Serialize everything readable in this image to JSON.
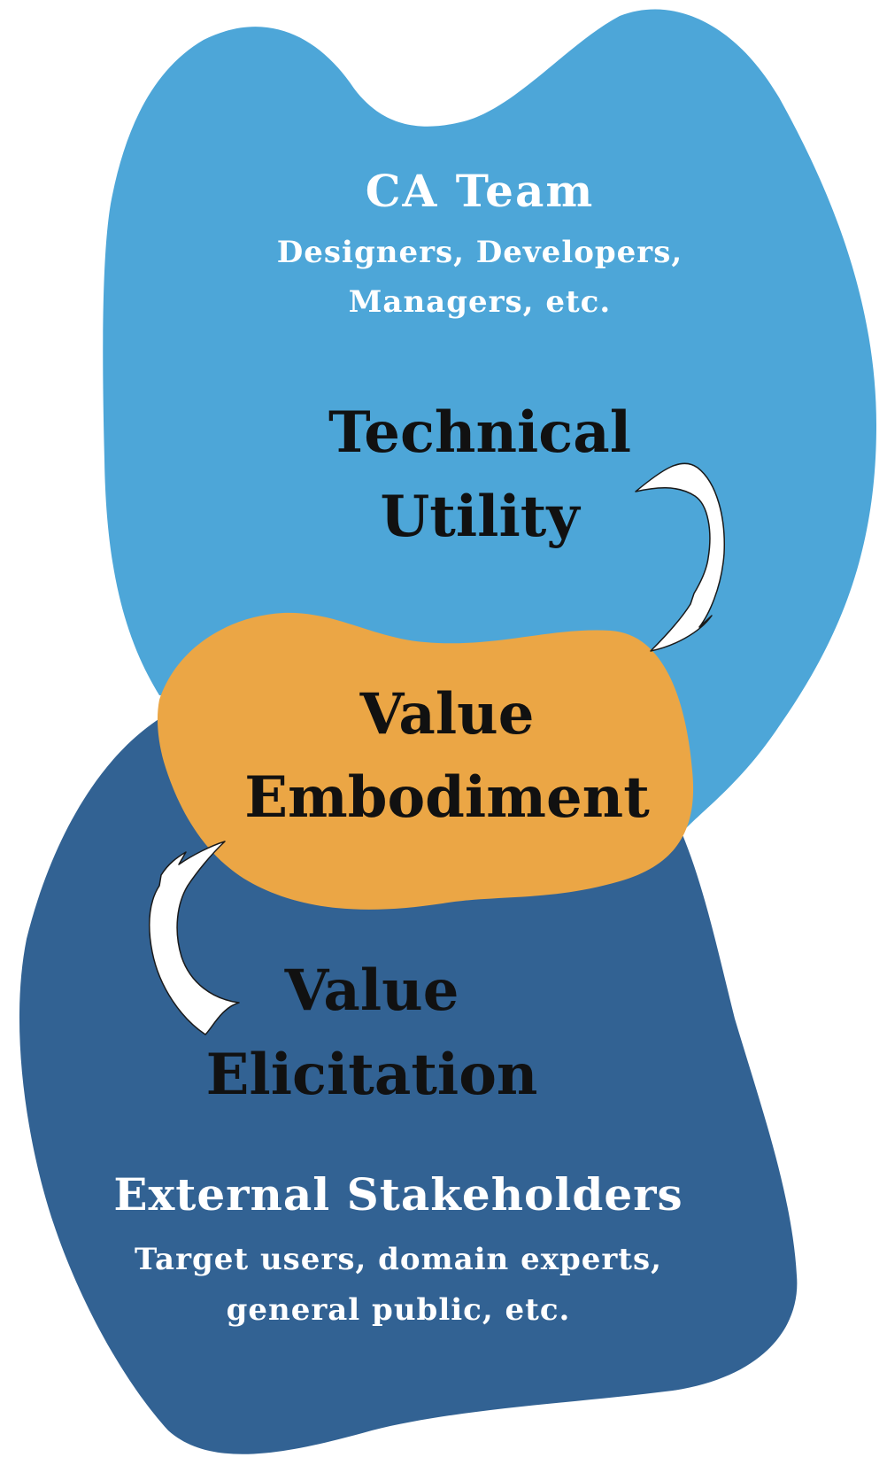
{
  "colors": {
    "team_blob": "#4DA6D8",
    "stakeholder_blob": "#326293",
    "embodiment_blob": "#EBA645",
    "arrow_fill": "#FFFFFF",
    "arrow_stroke": "#1A1A1A",
    "light_text": "#FFFFFF",
    "dark_text": "#111111"
  },
  "team": {
    "title": "CA Team",
    "members_line1": "Designers, Developers,",
    "members_line2": "Managers, etc."
  },
  "technical_utility": {
    "line1": "Technical",
    "line2": "Utility"
  },
  "value_embodiment": {
    "line1": "Value",
    "line2": "Embodiment"
  },
  "value_elicitation": {
    "line1": "Value",
    "line2": "Elicitation"
  },
  "stakeholders": {
    "title": "External Stakeholders",
    "members_line1": "Target users, domain experts,",
    "members_line2": "general public, etc."
  }
}
